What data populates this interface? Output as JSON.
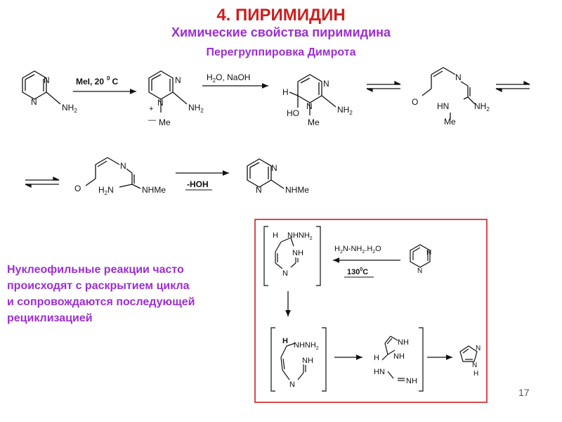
{
  "slide": {
    "title": "4. ПИРИМИДИН",
    "subtitle": "Химические свойства пиримидина",
    "section": "Перегруппировка Димрота",
    "note_lines": [
      "Нуклеофильные реакции часто",
      "происходят с раскрытием цикла",
      "и сопровождаются последующей",
      "рециклизацией"
    ],
    "page_number": "17"
  },
  "reaction_labels": {
    "step1_reagent": "MeI, 20",
    "step1_degree": "0",
    "step1_unit": "C",
    "step2_reagent": "H",
    "step2_sub": "2",
    "step2_rest": "O, NaOH",
    "step3_reagent": "-HOH",
    "box_reagent_a": "H",
    "box_reagent_b": "N-NH",
    "box_reagent_c": ".H",
    "box_reagent_d": "O",
    "box_sub": "2",
    "box_temp_a": "130",
    "box_temp_deg": "0",
    "box_temp_c": "C"
  },
  "atoms": {
    "N": "N",
    "NH": "NH",
    "NH2": "NH",
    "sub2": "2",
    "Me": "Me",
    "H": "H",
    "HO": "HO",
    "O": "O",
    "HN": "HN",
    "NHMe": "NHMe",
    "H2N": "H",
    "plus": "+",
    "minus": "—",
    "NHNH2": "NHNH",
    "NH_eq": "NH"
  },
  "colors": {
    "title": "#cc1f1f",
    "subtitle": "#9b2fd0",
    "box_border": "#cc1f1f",
    "ink": "#111111"
  }
}
